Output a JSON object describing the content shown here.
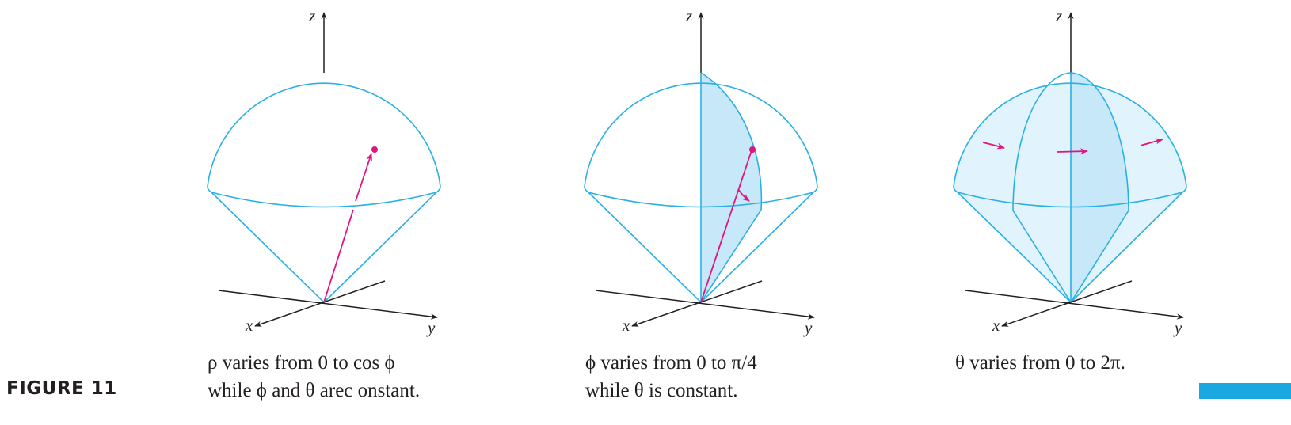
{
  "figure_label": "FIGURE 11",
  "colors": {
    "outline": "#2ab0e3",
    "fill_light": "#e1f3fc",
    "fill_mid": "#c6e8f8",
    "vector": "#e0157f",
    "axis": "#231f20",
    "corner_bar": "#1ba8e0"
  },
  "axis_labels": {
    "z": "z",
    "x": "x",
    "y": "y"
  },
  "panels": [
    {
      "caption_line1": "ρ varies from 0 to cos ϕ",
      "caption_line2": "while ϕ and θ arec onstant."
    },
    {
      "caption_line1": "ϕ varies from 0 to π/4",
      "caption_line2": "while θ is constant."
    },
    {
      "caption_line1": "θ varies from 0 to 2π.",
      "caption_line2": ""
    }
  ]
}
